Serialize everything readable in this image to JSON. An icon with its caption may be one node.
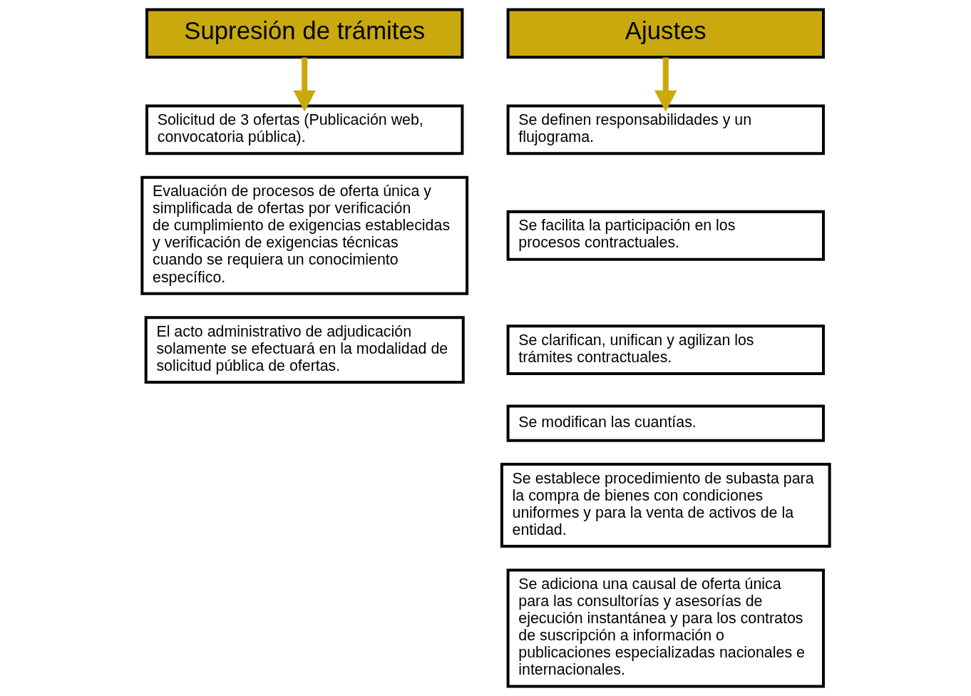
{
  "diagram": {
    "nodes": [
      {
        "text": [
          "Supresión de trámites"
        ]
      },
      {
        "text": [
          "Solicitud de 3 ofertas (Publicación web, convocatoria pública)."
        ]
      },
      {
        "text": [
          "Evaluación de procesos de oferta única y simplificada de ofertas por verificación de cumplimiento de exigencias establecidas y verificación de exigencias técnicas cuando se requiera un conocimiento específico."
        ]
      },
      {
        "text": [
          "El acto administrativo de adjudicación solamente se efectuará en la modalidad de solicitud pública de ofertas."
        ]
      },
      {
        "text": [
          "Ajustes"
        ]
      },
      {
        "text": [
          "Se definen responsabilidades y un flujograma."
        ]
      },
      {
        "text": [
          "Se facilita la participación en los procesos contractuales."
        ]
      },
      {
        "text": [
          "Se clarifican, unifican y agilizan los trámites contractuales."
        ]
      },
      {
        "text": [
          "Se modifican las cuantías."
        ]
      },
      {
        "text": [
          "Se establece procedimiento de subasta para la compra de bienes con condiciones uniformes y para la venta de activos de la entidad."
        ]
      },
      {
        "text": [
          "Se adiciona una causal de oferta única para las consultorías y asesorías de ejecución instantánea y para los contratos de suscripción a información o publicaciones especializadas nacionales e internacionales."
        ]
      }
    ],
    "edges": [
      {
        "from": 0,
        "to": 1,
        "arrow": "to"
      },
      {
        "from": 4,
        "to": 5,
        "arrow": "to"
      }
    ]
  }
}
